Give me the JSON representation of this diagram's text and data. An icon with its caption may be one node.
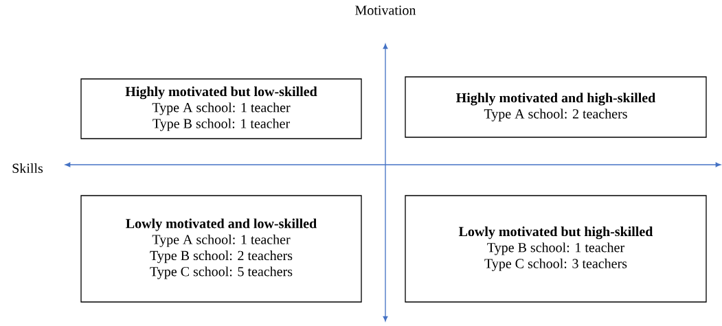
{
  "diagram": {
    "nodes": [
      {
        "text": [
          "Highly motivated but low-skilled",
          "Type A school: 1 teacher",
          "Type B school: 1 teacher"
        ]
      },
      {
        "text": [
          "Highly motivated and high-skilled",
          "Type A school: 2 teachers"
        ]
      },
      {
        "text": [
          "Lowly motivated and low-skilled",
          "Type A school: 1 teacher",
          "Type B school: 2 teachers",
          "Type C school: 5 teachers"
        ]
      },
      {
        "text": [
          "Lowly motivated but high-skilled",
          "Type B school: 1 teacher",
          "Type C school: 3 teachers"
        ]
      }
    ],
    "labels": [
      "Motivation",
      "Skills"
    ]
  }
}
